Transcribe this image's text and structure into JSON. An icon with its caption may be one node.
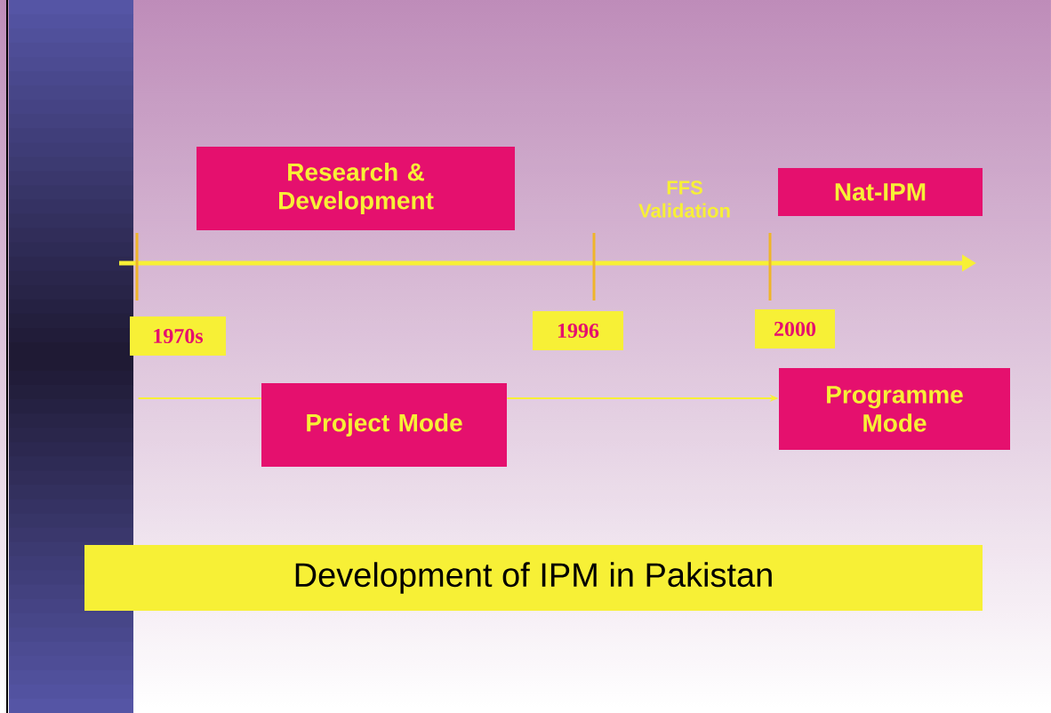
{
  "diagram": {
    "title": "Development of IPM in Pakistan",
    "nodes": [
      {
        "text": [
          "Research & Development"
        ]
      },
      {
        "text": [
          "Nat-IPM"
        ]
      },
      {
        "text": [
          "1970s"
        ]
      },
      {
        "text": [
          "1996"
        ]
      },
      {
        "text": [
          "2000"
        ]
      },
      {
        "text": [
          "Project Mode"
        ]
      },
      {
        "text": [
          "Programme Mode"
        ]
      }
    ],
    "edges": [
      {
        "from": 2,
        "to": 5,
        "arrow": "none"
      },
      {
        "from": 5,
        "to": 6,
        "arrow": "to"
      }
    ],
    "labels": [
      "FFS Validation"
    ]
  }
}
